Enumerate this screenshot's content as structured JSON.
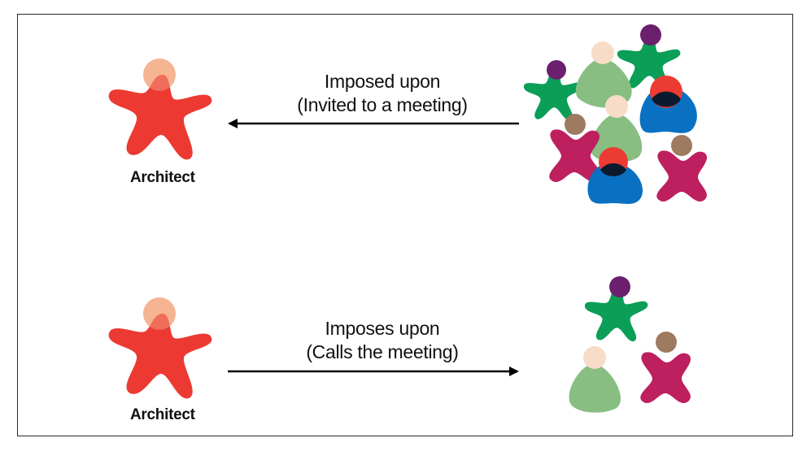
{
  "top": {
    "caption_line1": "Imposed upon",
    "caption_line2": "(Invited to a meeting)",
    "person_label": "Architect"
  },
  "bottom": {
    "caption_line1": "Imposes upon",
    "caption_line2": "(Calls the meeting)",
    "person_label": "Architect"
  },
  "colors": {
    "architect_body": "#ec3b33",
    "architect_head": "#f4b08c",
    "green_star": "#0a9e57",
    "light_green": "#88be82",
    "blue": "#0a71c2",
    "magenta": "#be1f5f",
    "purple_head": "#6b1f6d",
    "brown_head": "#9e7a61",
    "peach_head": "#f7dcc8",
    "red_head": "#ec3b33",
    "arrow": "#000000",
    "border": "#2a2a2a"
  }
}
